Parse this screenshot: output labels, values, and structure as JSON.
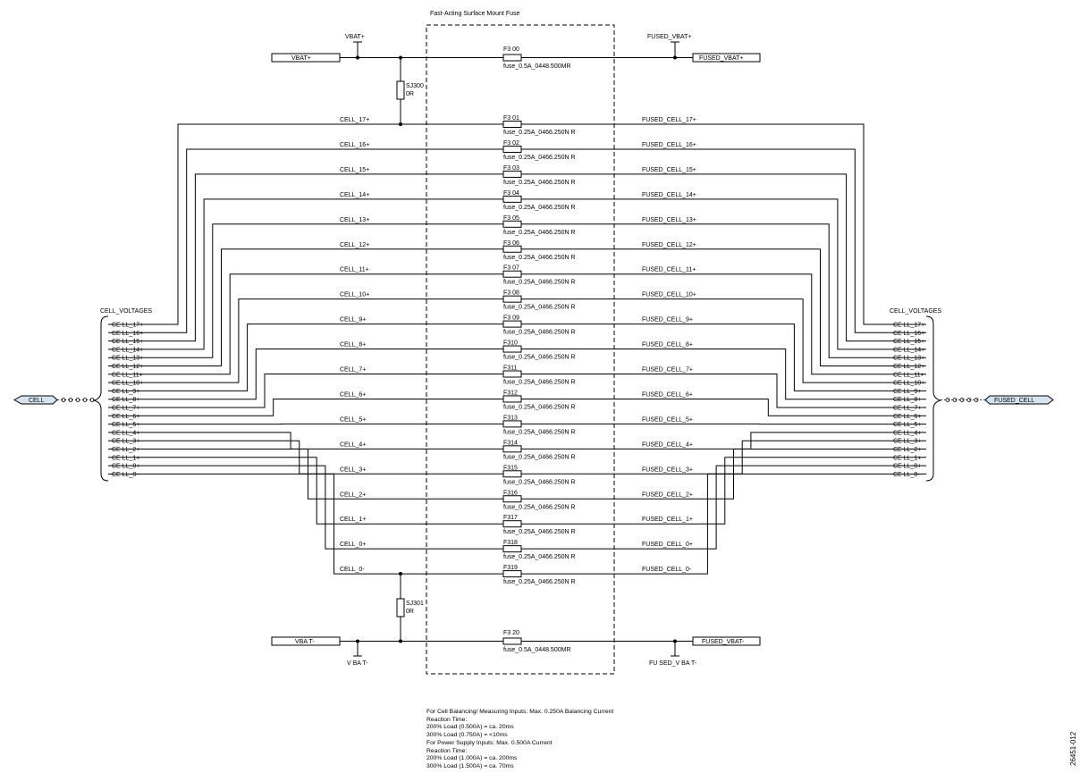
{
  "header": {
    "fuse_block_title": "Fast-Acting Surface Mount Fuse"
  },
  "top_rail": {
    "port_label": "VBAT+",
    "net_label": "VBAT+",
    "fuse": {
      "ref": "F3 00",
      "value": "fuse_0.5A_0448.500MR"
    },
    "out_port_label": "FUSED_VBAT+",
    "out_net_label": "FUSED_VBAT+",
    "jumper": {
      "ref": "SJ300",
      "value": "0R"
    }
  },
  "bottom_rail": {
    "port_label": "VBA T-",
    "net_label": "V BA T-",
    "fuse": {
      "ref": "F3 20",
      "value": "fuse_0.5A_0448.500MR"
    },
    "out_port_label": "FUSED_VBAT-",
    "out_net_label": "FU SED_V BA T-",
    "jumper": {
      "ref": "SJ301",
      "value": "0R"
    }
  },
  "cell_channels": [
    {
      "in": "CELL_17+",
      "ref": "F3 01",
      "value": "fuse_0.25A_0466.250N R",
      "out": "FUSED_CELL_17+"
    },
    {
      "in": "CELL_16+",
      "ref": "F3 02",
      "value": "fuse_0.25A_0466.250N R",
      "out": "FUSED_CELL_16+"
    },
    {
      "in": "CELL_15+",
      "ref": "F3 03",
      "value": "fuse_0.25A_0466.250N R",
      "out": "FUSED_CELL_15+"
    },
    {
      "in": "CELL_14+",
      "ref": "F3 04",
      "value": "fuse_0.25A_0466.250N R",
      "out": "FUSED_CELL_14+"
    },
    {
      "in": "CELL_13+",
      "ref": "F3 05",
      "value": "fuse_0.25A_0466.250N R",
      "out": "FUSED_CELL_13+"
    },
    {
      "in": "CELL_12+",
      "ref": "F3 06",
      "value": "fuse_0.25A_0466.250N R",
      "out": "FUSED_CELL_12+"
    },
    {
      "in": "CELL_11+",
      "ref": "F3 07",
      "value": "fuse_0.25A_0466.250N R",
      "out": "FUSED_CELL_11+"
    },
    {
      "in": "CELL_10+",
      "ref": "F3 08",
      "value": "fuse_0.25A_0466.250N R",
      "out": "FUSED_CELL_10+"
    },
    {
      "in": "CELL_9+",
      "ref": "F3 09",
      "value": "fuse_0.25A_0466.250N R",
      "out": "FUSED_CELL_9+"
    },
    {
      "in": "CELL_8+",
      "ref": "F310",
      "value": "fuse_0.25A_0466.250N R",
      "out": "FUSED_CELL_8+"
    },
    {
      "in": "CELL_7+",
      "ref": "F311",
      "value": "fuse_0.25A_0466.250N R",
      "out": "FUSED_CELL_7+"
    },
    {
      "in": "CELL_6+",
      "ref": "F312",
      "value": "fuse_0.25A_0466.250N R",
      "out": "FUSED_CELL_6+"
    },
    {
      "in": "CELL_5+",
      "ref": "F313",
      "value": "fuse_0.25A_0466.250N R",
      "out": "FUSED_CELL_5+"
    },
    {
      "in": "CELL_4+",
      "ref": "F314",
      "value": "fuse_0.25A_0466.250N R",
      "out": "FUSED_CELL_4+"
    },
    {
      "in": "CELL_3+",
      "ref": "F315",
      "value": "fuse_0.25A_0466.250N R",
      "out": "FUSED_CELL_3+"
    },
    {
      "in": "CELL_2+",
      "ref": "F316",
      "value": "fuse_0.25A_0466.250N R",
      "out": "FUSED_CELL_2+"
    },
    {
      "in": "CELL_1+",
      "ref": "F317",
      "value": "fuse_0.25A_0466.250N R",
      "out": "FUSED_CELL_1+"
    },
    {
      "in": "CELL_0+",
      "ref": "F318",
      "value": "fuse_0.25A_0466.250N R",
      "out": "FUSED_CELL_0+"
    },
    {
      "in": "CELL_0-",
      "ref": "F319",
      "value": "fuse_0.25A_0466.250N R",
      "out": "FUSED_CELL_0-"
    }
  ],
  "left_bus": {
    "title": "CELL_VOLTAGES",
    "port_label": "CELL",
    "entries": [
      "CE LL_17+",
      "CE LL_16+",
      "CE LL_15+",
      "CE LL_14+",
      "CE LL_13+",
      "CE LL_12+",
      "CE LL_11+",
      "CE LL_10+",
      "CE LL_9+",
      "CE LL_8+",
      "CE LL_7+",
      "CE LL_6+",
      "CE LL_5+",
      "CE LL_4+",
      "CE LL_3+",
      "CE LL_2+",
      "CE LL_1+",
      "CE LL_0+",
      "CE LL_0-"
    ]
  },
  "right_bus": {
    "title": "CELL_VOLTAGES",
    "port_label": "FUSED_CELL",
    "entries": [
      "CE LL_17+",
      "CE LL_16+",
      "CE LL_15+",
      "CE LL_14+",
      "CE LL_13+",
      "CE LL_12+",
      "CE LL_11+",
      "CE LL_10+",
      "CE LL_9+",
      "CE LL_8+",
      "CE LL_7+",
      "CE LL_6+",
      "CE LL_5+",
      "CE LL_4+",
      "CE LL_3+",
      "CE LL_2+",
      "CE LL_1+",
      "CE LL_0+",
      "CE LL_0-"
    ]
  },
  "notes": [
    "For Cell Balancing/ Measuring Inputs: Max. 0.250A Balancing Current",
    "Reaction Time:",
    "200% Load (0.500A) = ca. 20ms",
    "300% Load (0.750A) = <10ms",
    "For Power Supply Inputs: Max. 0.500A Current",
    "Reaction Time:",
    "200% Load (1.000A) = ca. 200ms",
    "300% Load (1.500A) = ca. 70ms"
  ],
  "figure_id": "26451-012"
}
